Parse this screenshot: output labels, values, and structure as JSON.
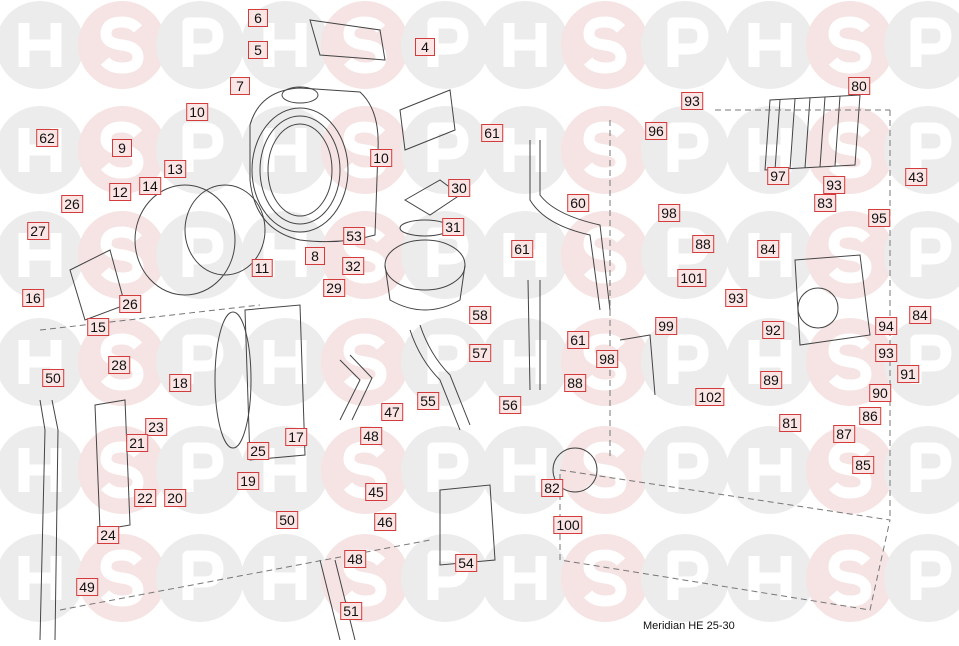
{
  "watermark": {
    "letters": [
      "H",
      "S",
      "P"
    ]
  },
  "caption": "Meridian HE 25-30",
  "part_labels": [
    "6",
    "5",
    "7",
    "4",
    "10",
    "62",
    "9",
    "13",
    "12",
    "14",
    "10",
    "26",
    "27",
    "16",
    "15",
    "26",
    "28",
    "11",
    "8",
    "30",
    "31",
    "53",
    "32",
    "29",
    "61",
    "60",
    "61",
    "58",
    "57",
    "61",
    "55",
    "56",
    "96",
    "93",
    "80",
    "97",
    "93",
    "98",
    "88",
    "101",
    "83",
    "95",
    "84",
    "43",
    "93",
    "84",
    "94",
    "92",
    "93",
    "89",
    "91",
    "90",
    "86",
    "81",
    "87",
    "85",
    "99",
    "98",
    "88",
    "102",
    "82",
    "100",
    "50",
    "18",
    "23",
    "21",
    "20",
    "22",
    "19",
    "24",
    "25",
    "17",
    "47",
    "48",
    "45",
    "46",
    "50",
    "48",
    "54",
    "51",
    "49"
  ],
  "colors": {
    "label_border": "#d23c3c",
    "label_fill": "#fbe5e5",
    "watermark_grey": "#ececec",
    "watermark_pink": "#f6e3e3"
  }
}
